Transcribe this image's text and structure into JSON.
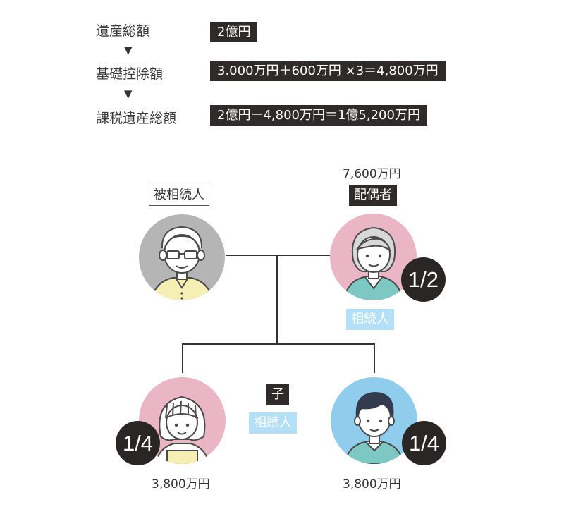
{
  "calculation": {
    "rows": [
      {
        "label": "遺産総額",
        "value": "2億円"
      },
      {
        "label": "基礎控除額",
        "value": "3.000万円＋600万円 ×3＝4,800万円"
      },
      {
        "label": "課税遺産総額",
        "value": "2億円ー4,800万円＝1億5,200万円"
      }
    ],
    "arrow": "▼"
  },
  "family": {
    "decedent": {
      "role": "被相続人"
    },
    "spouse": {
      "amount": "7,600万円",
      "role": "配偶者",
      "status": "相続人",
      "share": "1/2"
    },
    "children": {
      "role": "子",
      "status": "相続人",
      "daughter": {
        "share": "1/4",
        "amount": "3,800万円"
      },
      "son": {
        "share": "1/4",
        "amount": "3,800万円"
      }
    }
  },
  "colors": {
    "dark_box": "#2f2b2b",
    "decedent_bg": "#b5b5b5",
    "spouse_bg": "#eab5c4",
    "daughter_bg": "#eab5c4",
    "son_bg": "#90cdec",
    "heir_label": "#b3e0f7"
  }
}
